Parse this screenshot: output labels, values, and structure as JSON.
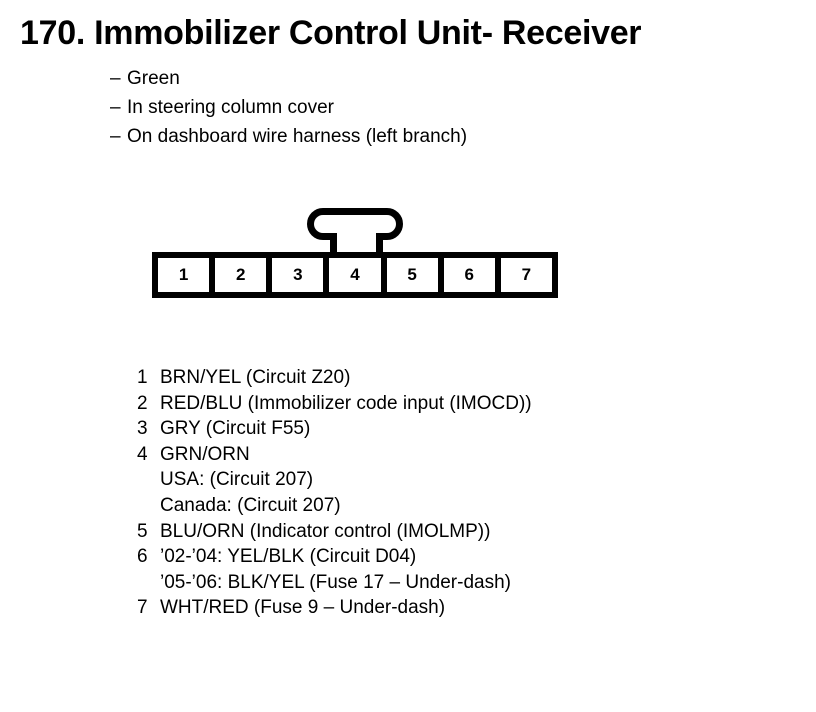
{
  "title": "170. Immobilizer Control Unit- Receiver",
  "notes": {
    "dash": "–",
    "items": [
      "Green",
      "In steering column cover",
      "On dashboard wire harness (left branch)"
    ]
  },
  "connector": {
    "pin_count": 7,
    "pins": [
      "1",
      "2",
      "3",
      "4",
      "5",
      "6",
      "7"
    ],
    "locking_tab": "locking-tab"
  },
  "pin_list": [
    {
      "number": "1",
      "text": "BRN/YEL (Circuit Z20)",
      "sublines": []
    },
    {
      "number": "2",
      "text": "RED/BLU (Immobilizer code input (IMOCD))",
      "sublines": []
    },
    {
      "number": "3",
      "text": "GRY (Circuit F55)",
      "sublines": []
    },
    {
      "number": "4",
      "text": "GRN/ORN",
      "sublines": [
        "USA: (Circuit 207)",
        "Canada: (Circuit 207)"
      ]
    },
    {
      "number": "5",
      "text": "BLU/ORN (Indicator control (IMOLMP))",
      "sublines": []
    },
    {
      "number": "6",
      "text": "’02-’04: YEL/BLK (Circuit D04)",
      "sublines": [
        "’05-’06: BLK/YEL (Fuse 17 – Under-dash)"
      ]
    },
    {
      "number": "7",
      "text": "WHT/RED (Fuse 9 – Under-dash)",
      "sublines": []
    }
  ],
  "colors": {
    "ink": "#000000",
    "page": "#ffffff"
  }
}
